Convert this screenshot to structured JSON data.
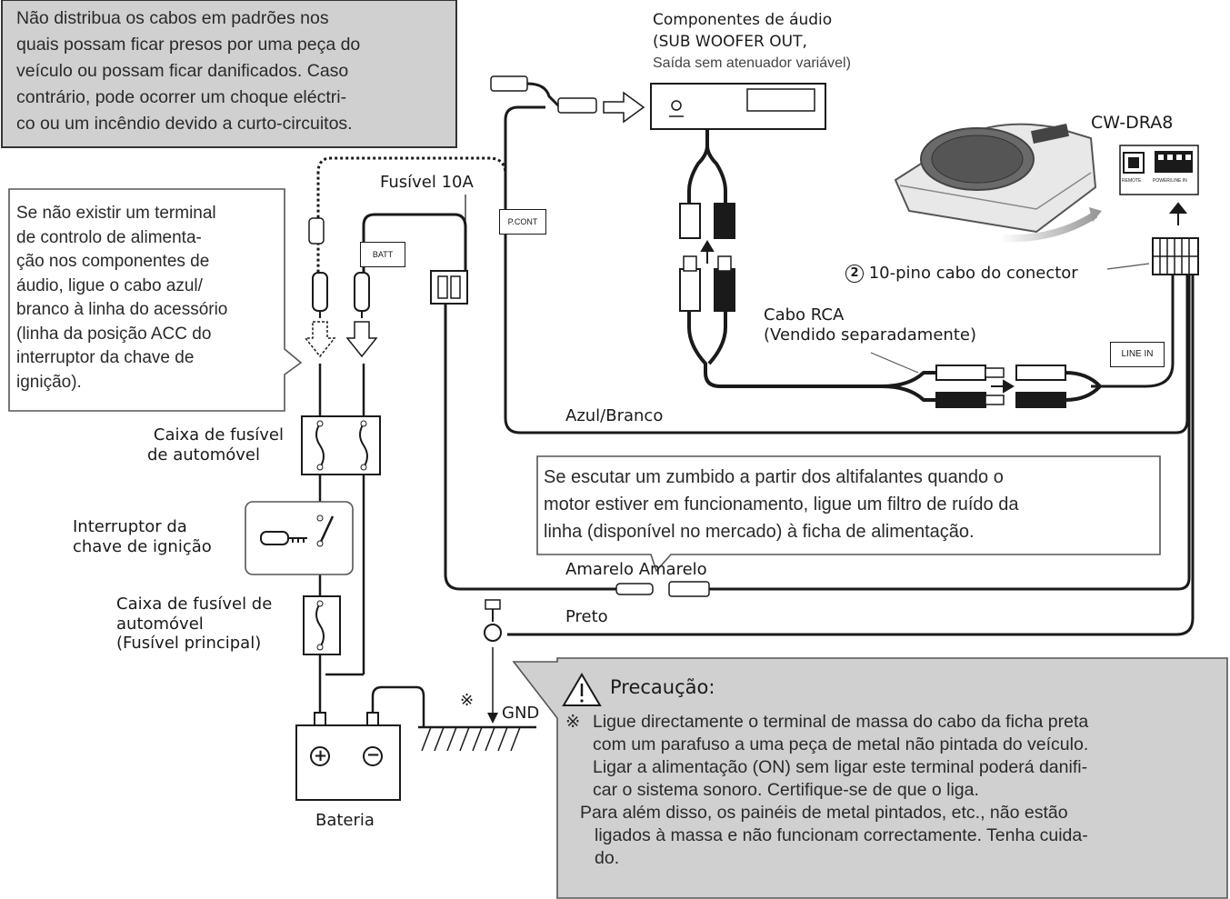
{
  "warning_box": {
    "lines": [
      "Não distribua os cabos em padrões nos",
      "quais possam ficar presos por uma peça do",
      "veículo ou possam ficar danificados. Caso",
      "contrário, pode ocorrer um choque eléctri-",
      "co ou um incêndio devido a curto-circuitos."
    ]
  },
  "audio_components": {
    "line1": "Componentes de áudio",
    "line2": "(SUB WOOFER OUT,",
    "line3": "Saída sem atenuador variável)"
  },
  "device_label": "CW-DRA8",
  "device_panel_labels": [
    "REMOTE",
    "POWER/LINE IN"
  ],
  "fuse_label": "Fusível 10A",
  "tag_pcont": "P.CONT",
  "tag_batt": "BATT",
  "tag_line_in": "LINE IN",
  "connector_label": {
    "number": "2",
    "text": "10-pino cabo do conector"
  },
  "rca_cable": {
    "line1": "Cabo RCA",
    "line2": "(Vendido separadamente)"
  },
  "acc_note": {
    "lines": [
      "Se não existir um terminal",
      "de controlo de alimenta-",
      "ção nos componentes de",
      "áudio, ligue o cabo azul/",
      "branco à linha do acessório",
      "(linha da posição ACC do",
      "interruptor da chave de",
      "ignição)."
    ]
  },
  "wire_labels": {
    "blue_white": "Azul/Branco",
    "yellow_yellow": "Amarelo Amarelo",
    "black": "Preto"
  },
  "noise_note": {
    "lines": [
      "Se escutar um zumbido a partir dos altifalantes quando o",
      "motor estiver em funcionamento, ligue um filtro de ruído da",
      "linha (disponível no mercado) à ficha de alimentação."
    ]
  },
  "fuse_box_1": {
    "line1": "Caixa de fusível",
    "line2": "de automóvel"
  },
  "ignition": {
    "line1": "Interruptor da",
    "line2": "chave de ignição"
  },
  "fuse_box_2": {
    "line1": "Caixa de fusível de",
    "line2": "automóvel",
    "line3": "(Fusível principal)"
  },
  "battery_label": "Bateria",
  "battery_plus": "+",
  "battery_minus": "−",
  "gnd_label": "GND",
  "gnd_mark": "※",
  "caution": {
    "title": "Precaução:",
    "mark": "※",
    "lines": [
      "Ligue directamente o terminal de massa do cabo da ficha preta",
      "com um parafuso a uma peça de metal não pintada do veículo.",
      "Ligar a alimentação (ON) sem ligar este terminal poderá danifi-",
      "car o sistema sonoro. Certifique-se de que o liga.",
      "Para além disso, os painéis de metal pintados, etc., não estão",
      "ligados à massa e não funcionam correctamente. Tenha cuida-",
      "do."
    ]
  },
  "colors": {
    "note_grey": "#d0d0d0",
    "wire": "#1a1a1a",
    "arrow_grey": "#a8a8a8"
  }
}
